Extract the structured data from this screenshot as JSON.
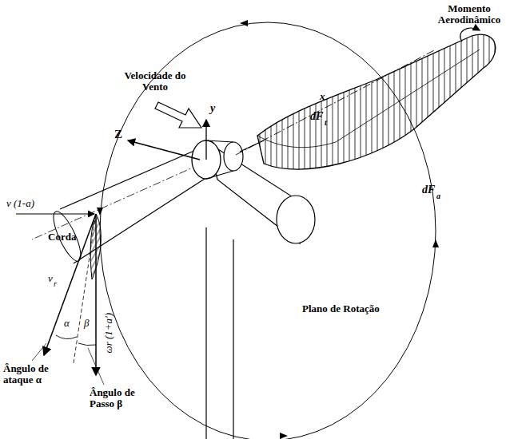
{
  "diagram": {
    "labels": [
      "Momento Aerodinâmico",
      "Velocidade do Vento",
      "Z",
      "y",
      "x",
      "dF",
      "t",
      "dF",
      "a",
      "v (1-a)",
      "Corda",
      "v",
      "r",
      "α",
      "β",
      "ωr (1+a')",
      "Plano de Rotação",
      "Ângulo de ataque α",
      "Ângulo de Passo β"
    ]
  }
}
